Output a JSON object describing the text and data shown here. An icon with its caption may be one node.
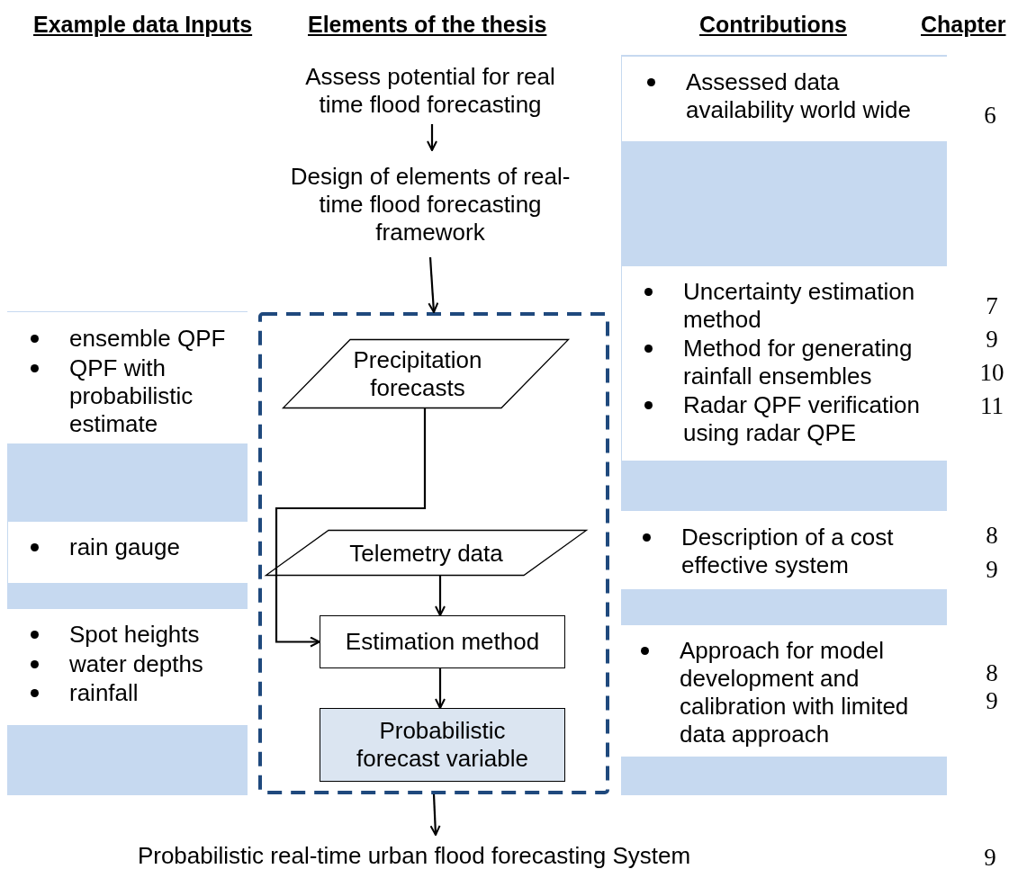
{
  "diagram": {
    "nodes": [
      {
        "text": [
          "Assess potential for real time flood forecasting"
        ]
      },
      {
        "text": [
          "Design of elements of real-time flood forecasting framework"
        ]
      },
      {
        "text": [],
        "shape": "box"
      },
      {
        "text": [
          "Precipitation forecasts"
        ],
        "in": 2
      },
      {
        "text": [
          "Telemetry data"
        ],
        "in": 2
      },
      {
        "text": [
          "Estimation method"
        ],
        "in": 2
      },
      {
        "text": [
          "Probabilistic forecast variable"
        ],
        "in": 2
      },
      {
        "text": [
          "Probabilistic real-time urban flood forecasting System"
        ]
      }
    ],
    "edges": [
      {
        "from": 0,
        "to": 1,
        "arrow": "to"
      },
      {
        "from": 1,
        "to": 2,
        "arrow": "to"
      },
      {
        "from": 3,
        "to": 5,
        "arrow": "to"
      },
      {
        "from": 4,
        "to": 5,
        "arrow": "to"
      },
      {
        "from": 5,
        "to": 6,
        "arrow": "to"
      },
      {
        "from": 2,
        "to": 7,
        "arrow": "to"
      }
    ],
    "labels": [
      "Example data Inputs",
      "Elements of the thesis",
      "Contributions",
      "Chapter",
      "Assessed data availability world wide",
      "6",
      "Uncertainty estimation method",
      "7",
      "Method for generating rainfall ensembles",
      "9",
      "10",
      "Radar QPF verification using radar QPE",
      "11",
      "ensemble QPF",
      "QPF with probabilistic estimate",
      "rain gauge",
      "Description of a cost effective system",
      "8",
      "9",
      "Spot heights",
      "water depths",
      "rainfall",
      "Approach for model development and calibration with limited data approach",
      "8",
      "9",
      "9"
    ]
  }
}
